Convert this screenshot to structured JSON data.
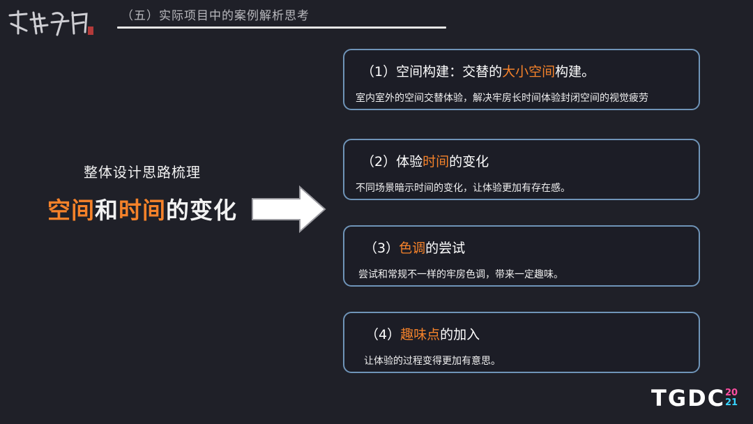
{
  "header": {
    "title": "（五）实际项目中的案例解析思考"
  },
  "left": {
    "subtitle": "整体设计思路梳理",
    "headline": {
      "part1": "空间",
      "part2": "和",
      "part3": "时间",
      "part4": "的变化"
    }
  },
  "cards": [
    {
      "title_pre": "（1）空间构建：交替的",
      "title_hl": "大小空间",
      "title_post": "构建。",
      "desc": "室内室外的空间交替体验，解决牢房长时间体验封闭空间的视觉疲劳"
    },
    {
      "title_pre": "（2）体验",
      "title_hl": "时间",
      "title_post": "的变化",
      "desc": "不同场景暗示时间的变化，让体验更加有存在感。"
    },
    {
      "title_pre": "（3）",
      "title_hl": "色调",
      "title_post": "的尝试",
      "desc": "尝试和常规不一样的牢房色调，带来一定趣味。"
    },
    {
      "title_pre": "（4）",
      "title_hl": "趣味点",
      "title_post": "的加入",
      "desc": "让体验的过程变得更加有意思。"
    }
  ],
  "brand": {
    "name": "TGDC",
    "year_top": "20",
    "year_bottom": "21"
  },
  "colors": {
    "accent": "#f5822a",
    "card_border": "#6f94b8",
    "background": "#1f2028"
  }
}
